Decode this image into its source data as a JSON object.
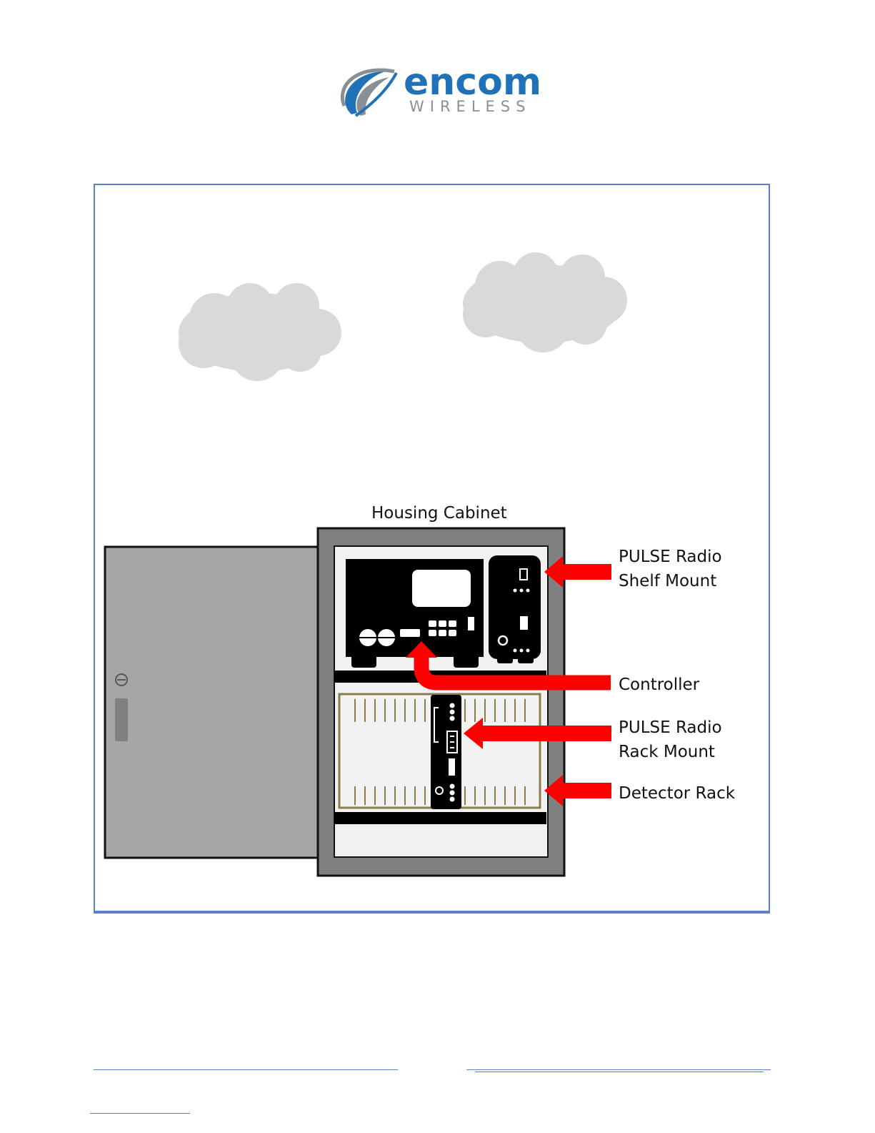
{
  "logo": {
    "brand": "encom",
    "sub": "WIRELESS"
  },
  "labels": {
    "housing_cabinet": "Housing Cabinet",
    "shelf_mount": [
      "PULSE Radio",
      "Shelf Mount"
    ],
    "controller": "Controller",
    "rack_mount": [
      "PULSE Radio",
      "Rack Mount"
    ],
    "detector_rack": "Detector Rack"
  },
  "colors": {
    "brand_blue": "#1f72b8",
    "frame_blue": "#5b82c8",
    "arrow_red": "#ff0000",
    "cloud_gray": "#d9d9d9",
    "cabinet_gray": "#808080",
    "door_gray": "#a6a6a6",
    "rack_gold": "#8b7d4a"
  }
}
